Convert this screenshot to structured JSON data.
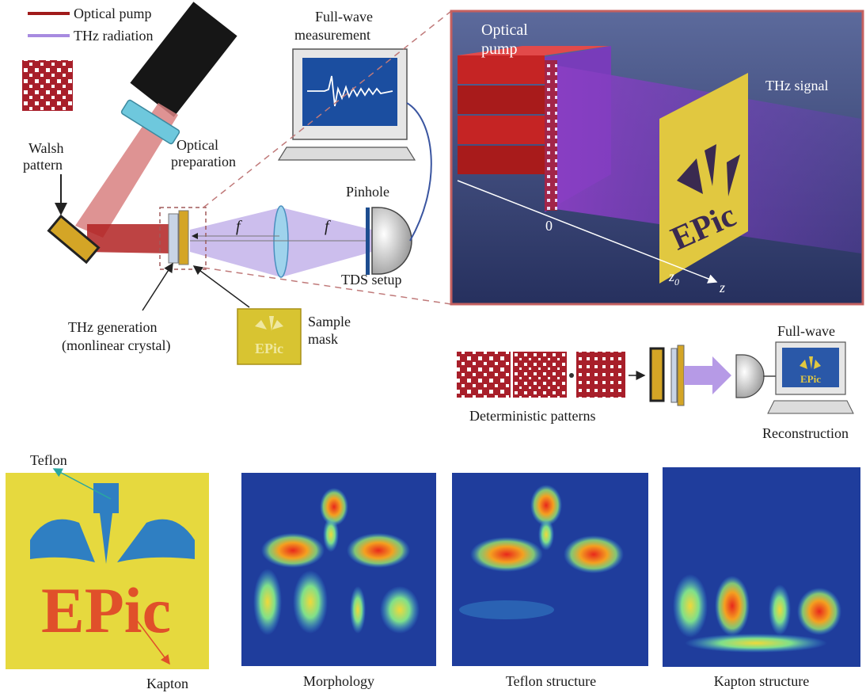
{
  "legend": {
    "items": [
      {
        "label": "Optical pump",
        "color": "#a01a1a"
      },
      {
        "label": "THz radiation",
        "color": "#a78be0"
      }
    ]
  },
  "setup": {
    "walsh_pattern": [
      "Walsh",
      "pattern"
    ],
    "optical_preparation": [
      "Optical",
      "preparation"
    ],
    "measurement": [
      "Full-wave",
      "measurement"
    ],
    "pinhole": "Pinhole",
    "tds_setup": "TDS setup",
    "focal": "f",
    "thz_generation": [
      "THz generation",
      "(monlinear crystal)"
    ],
    "sample_mask": [
      "Sample",
      "mask"
    ],
    "mask_text": "EPic"
  },
  "inset": {
    "optical_pump": [
      "Optical",
      "pump"
    ],
    "thz_signal": "THz signal",
    "origin": "0",
    "z0_base": "z",
    "z0_sub": "0",
    "z_axis": "z",
    "mask_text": "EPic"
  },
  "pipeline": {
    "patterns_label": "Deterministic patterns",
    "full_wave": "Full-wave",
    "reconstruction": "Reconstruction",
    "monitor_text": "EPic"
  },
  "results": {
    "teflon": "Teflon",
    "kapton": "Kapton",
    "sample_text": "EPic",
    "panels": [
      "Morphology",
      "Teflon structure",
      "Kapton structure"
    ]
  },
  "colors": {
    "optical_red": "#a01a1a",
    "thz_purple": "#a78be0",
    "mask_yellow": "#d8c431",
    "teflon_blue": "#2f7fc2",
    "kapton_orange": "#e0502a",
    "heatmap_background": "#1f3d9c",
    "heatmap_hot": "#e82a1a"
  }
}
